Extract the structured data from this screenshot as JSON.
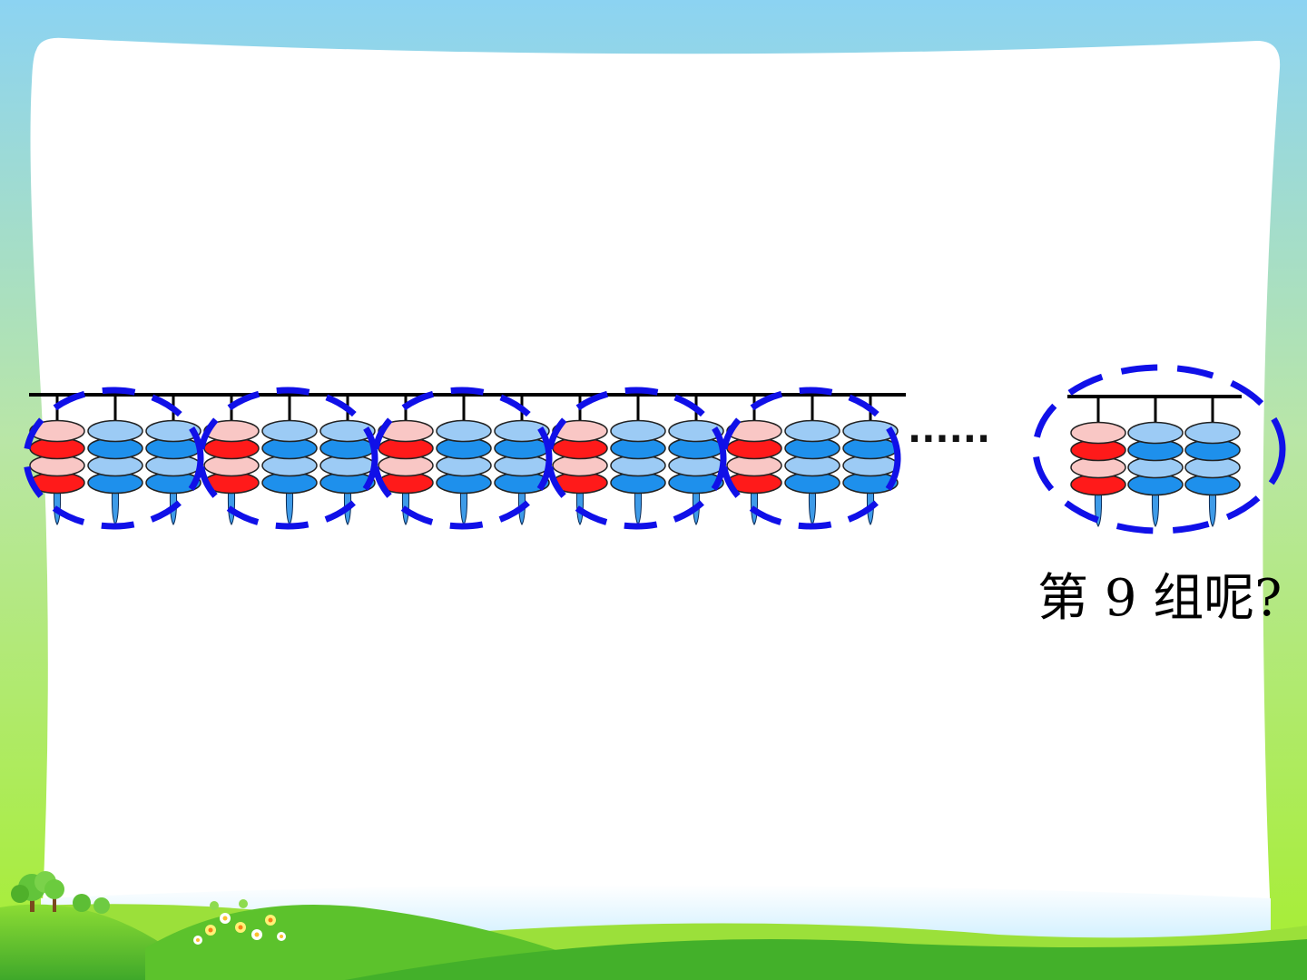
{
  "slide": {
    "question_prefix": "第",
    "question_number": "9",
    "question_suffix": "组呢?",
    "ellipsis": "······"
  },
  "pattern": {
    "rods_per_group": 3,
    "beads_per_rod": 4,
    "shown_groups": 5,
    "groups": [
      [
        [
          "pink",
          "red",
          "pink",
          "red"
        ],
        [
          "light-blue",
          "blue",
          "light-blue",
          "blue"
        ],
        [
          "light-blue",
          "blue",
          "light-blue",
          "blue"
        ]
      ],
      [
        [
          "pink",
          "red",
          "pink",
          "red"
        ],
        [
          "light-blue",
          "blue",
          "light-blue",
          "blue"
        ],
        [
          "light-blue",
          "blue",
          "light-blue",
          "blue"
        ]
      ],
      [
        [
          "pink",
          "red",
          "pink",
          "red"
        ],
        [
          "light-blue",
          "blue",
          "light-blue",
          "blue"
        ],
        [
          "light-blue",
          "blue",
          "light-blue",
          "blue"
        ]
      ],
      [
        [
          "pink",
          "red",
          "pink",
          "red"
        ],
        [
          "light-blue",
          "blue",
          "light-blue",
          "blue"
        ],
        [
          "light-blue",
          "blue",
          "light-blue",
          "blue"
        ]
      ],
      [
        [
          "pink",
          "red",
          "pink",
          "red"
        ],
        [
          "light-blue",
          "blue",
          "light-blue",
          "blue"
        ],
        [
          "light-blue",
          "blue",
          "light-blue",
          "blue"
        ]
      ]
    ],
    "target_group": [
      [
        "pink",
        "red",
        "pink",
        "red"
      ],
      [
        "light-blue",
        "blue",
        "light-blue",
        "blue"
      ],
      [
        "light-blue",
        "blue",
        "light-blue",
        "blue"
      ]
    ]
  },
  "colors": {
    "pink": "#F9C7C5",
    "red": "#FF1A1A",
    "light-blue": "#9CCBF5",
    "blue": "#1E90EC",
    "circle": "#1010E8",
    "sky_top": "#8CD3F2",
    "grass_light": "#A6EE2E",
    "grass_dark": "#4FB828",
    "panel": "#FFFFFF"
  }
}
